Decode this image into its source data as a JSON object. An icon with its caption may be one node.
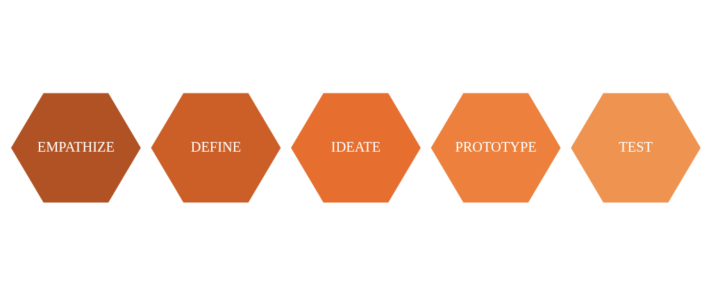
{
  "diagram": {
    "nodes": [
      {
        "text": [
          "EMPATHIZE"
        ]
      },
      {
        "text": [
          "DEFINE"
        ]
      },
      {
        "text": [
          "IDEATE"
        ]
      },
      {
        "text": [
          "PROTOTYPE"
        ]
      },
      {
        "text": [
          "TEST"
        ]
      }
    ]
  }
}
